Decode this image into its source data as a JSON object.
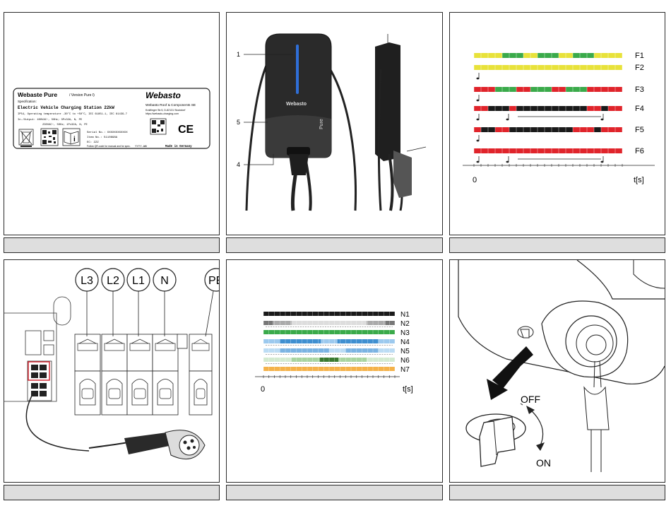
{
  "figures": {
    "label_plate": {
      "product": "Webaste Pure",
      "version": "/ Version Pure I)",
      "brand": "Webasto",
      "spec_heading": "Specification:",
      "title": "Electric Vehicle Charging Station  22kW",
      "line_ip": "IP54, Operating temperature -30°C to +50°C, IEC 61851-1, IEC 61439-7",
      "line_io1": "In-/Output: 400VAC~, 50Hz; 3Px32A, N, PE",
      "line_io2": "230VAC~, 50Hz; 1Px32A, N, PE",
      "company": "Webasto Roof & Components SE",
      "address1": "Kraillinger Str.5, D-82131 Stockdorf",
      "address2": "https://webasto-charging.com",
      "serial": "Serial No.: XXXXXXXXXXXX",
      "item": "Item No.:  5110898A",
      "ec": "EC:       ZZZ",
      "date": "YYYY-WW",
      "made_in": "Made in Germany",
      "footer": "Follow QR-code for manual and for spec.",
      "ce": "CE"
    },
    "device_callouts": [
      "1",
      "5",
      "4"
    ],
    "device_pure_text": "Pure",
    "device_brand": "Webasto",
    "led_chart": {
      "rows": [
        "F1",
        "F2",
        "F3",
        "F4",
        "F5",
        "F6"
      ],
      "xlabel": "t[s]",
      "origin": "0"
    },
    "terminals": [
      "L3",
      "L2",
      "L1",
      "N",
      "PE"
    ],
    "network_chart": {
      "rows": [
        "N1",
        "N2",
        "N3",
        "N4",
        "N5",
        "N6",
        "N7"
      ],
      "xlabel": "t[s]",
      "origin": "0"
    },
    "switch": {
      "off": "OFF",
      "on": "ON"
    }
  },
  "colors": {
    "yellow": "#e8e23a",
    "green": "#3aaa4a",
    "red": "#e0242b",
    "black": "#1a1a1a",
    "blue": "#3f8fd0",
    "orange": "#f4b24a",
    "caption_bg": "#dedede"
  }
}
